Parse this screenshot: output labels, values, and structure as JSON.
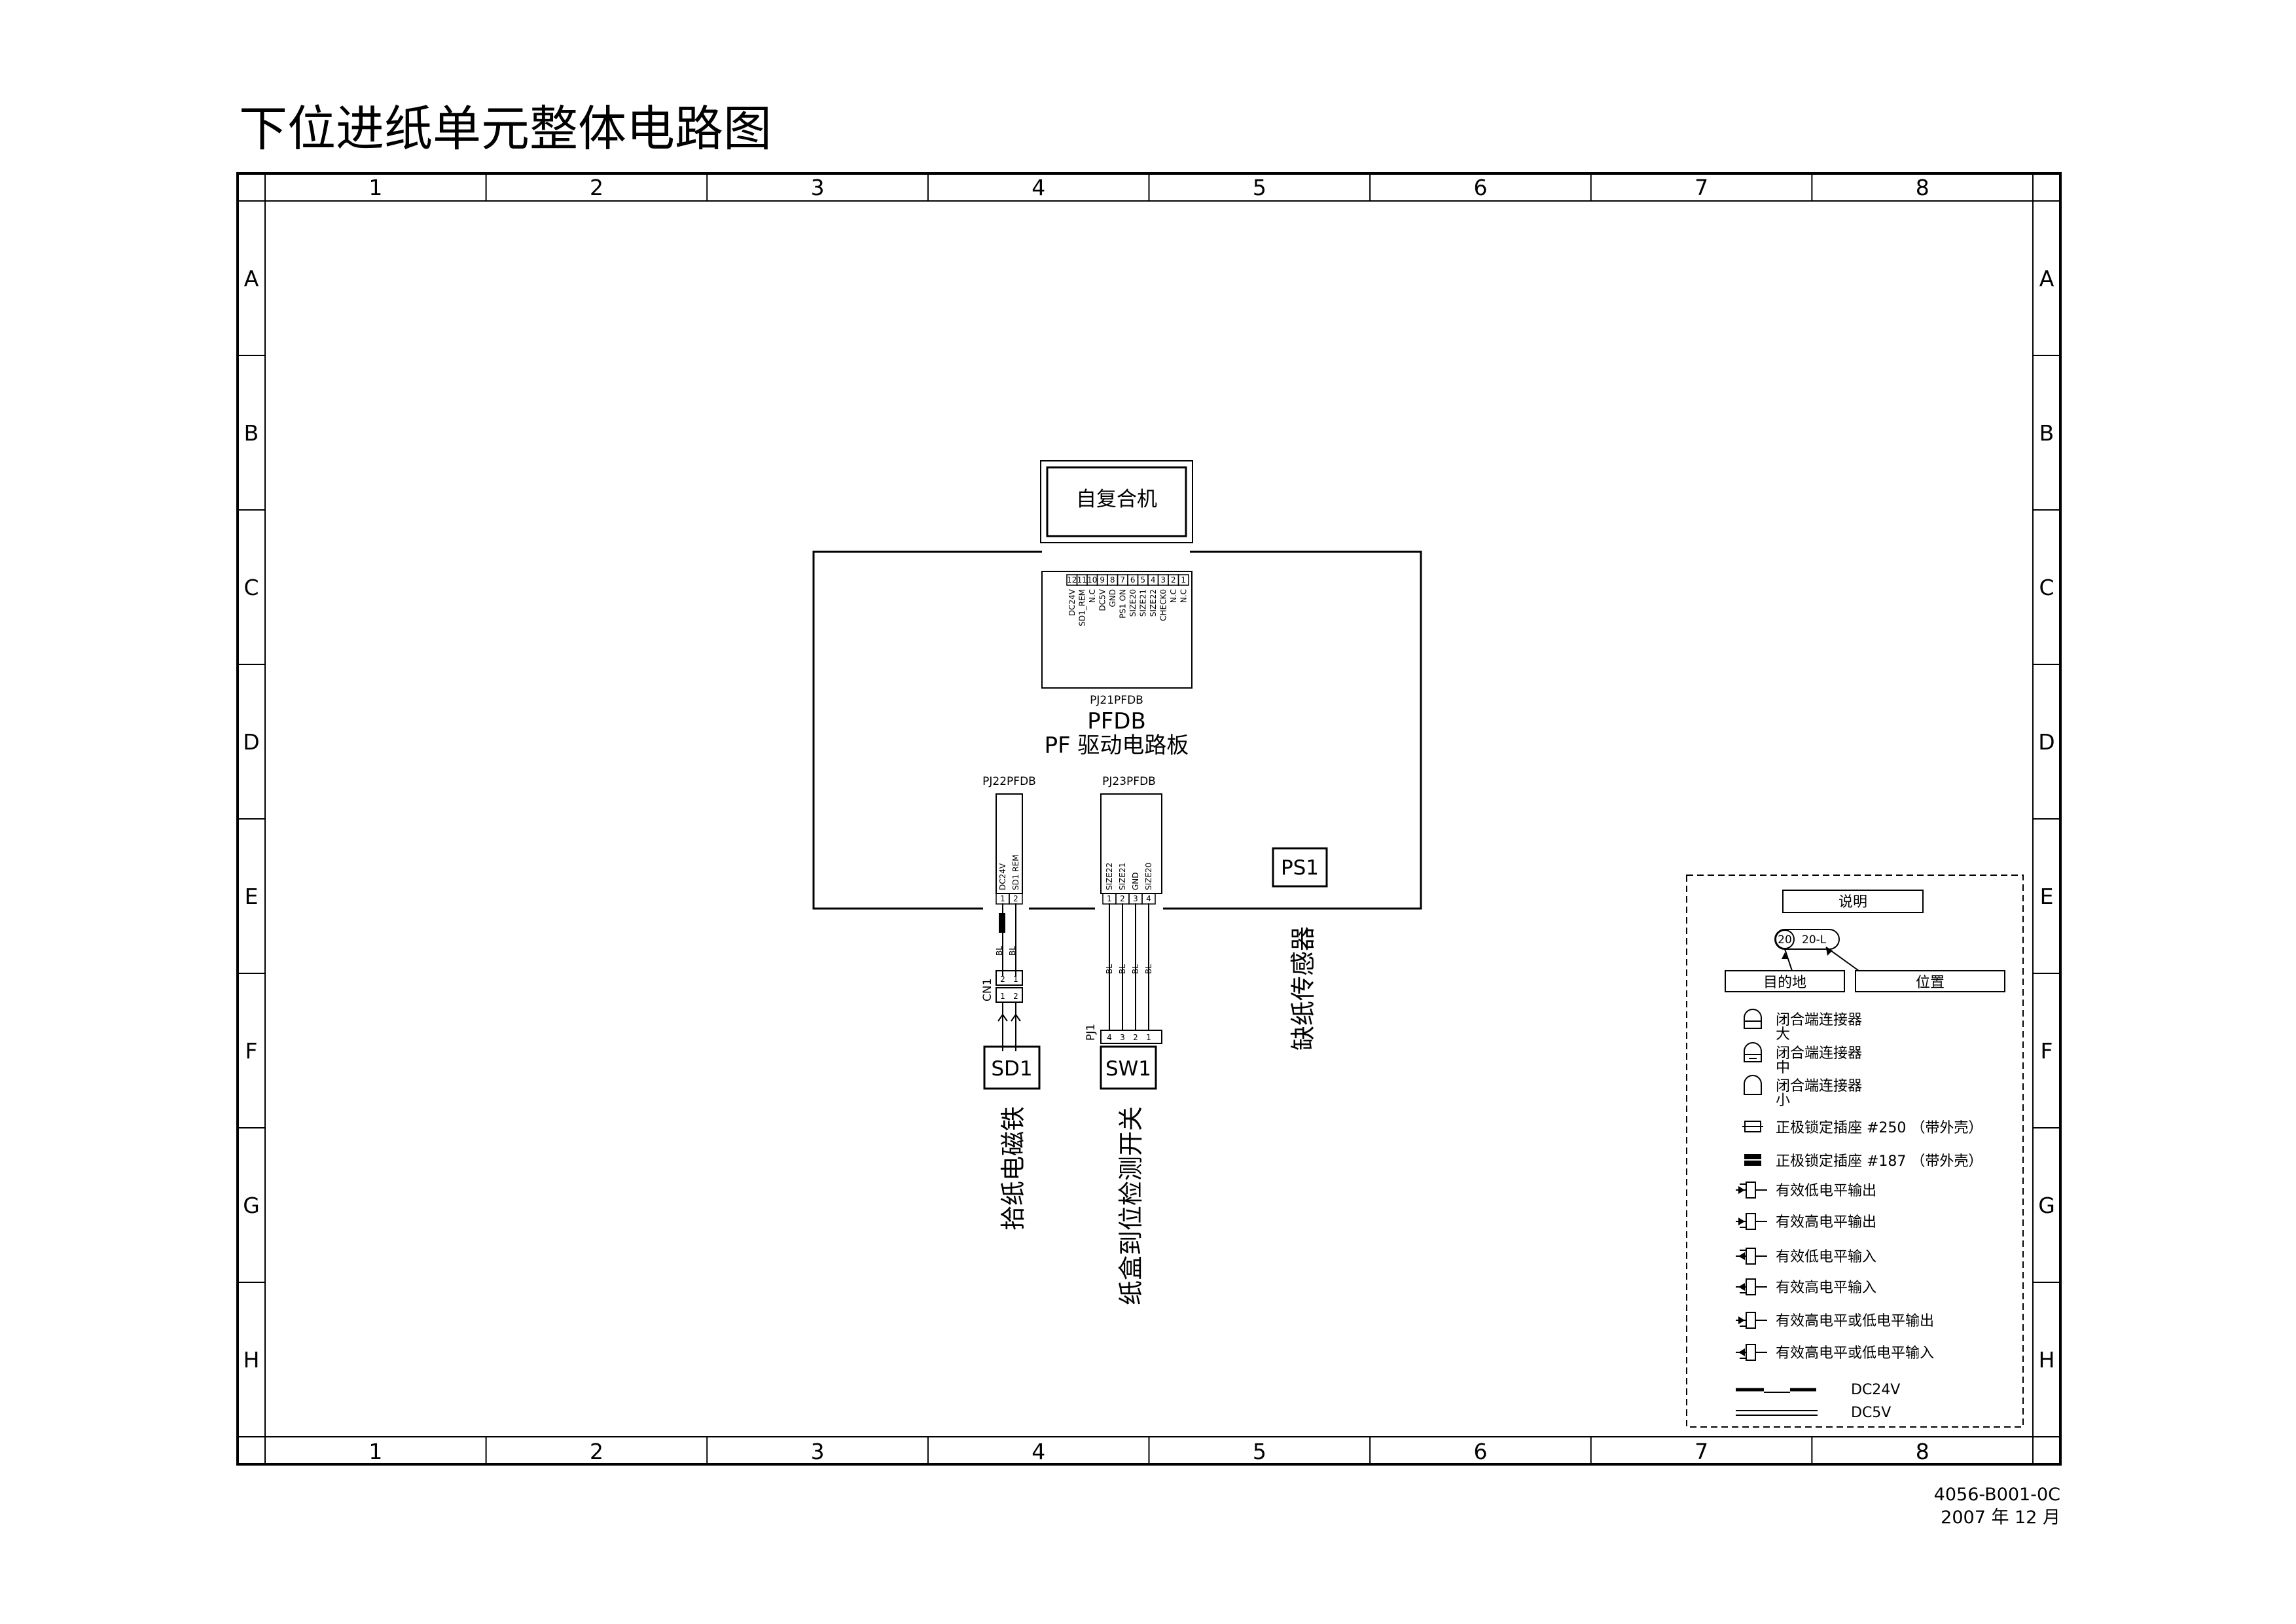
{
  "title": "下位进纸单元整体电路图",
  "grid": {
    "columns": [
      "1",
      "2",
      "3",
      "4",
      "5",
      "6",
      "7",
      "8"
    ],
    "rows": [
      "A",
      "B",
      "C",
      "D",
      "E",
      "F",
      "G",
      "H"
    ]
  },
  "diagram": {
    "breaker_label": "自复合机",
    "pj21": {
      "connector": "PJ21PFDB",
      "pins": [
        "12",
        "11",
        "10",
        "9",
        "8",
        "7",
        "6",
        "5",
        "4",
        "3",
        "2",
        "1"
      ],
      "signals": [
        "DC24V",
        "SD1_REM",
        "N.C",
        "DC5V",
        "GND",
        "PS1 ON",
        "SIZE20",
        "SIZE21",
        "SIZE22",
        "CHECK0",
        "N.C",
        "N.C"
      ]
    },
    "board_code": "PFDB",
    "board_name": "PF 驱动电路板",
    "pj22": {
      "connector": "PJ22PFDB",
      "pins": [
        "1",
        "2"
      ],
      "signals": [
        "DC24V",
        "SD1 REM"
      ]
    },
    "pj23": {
      "connector": "PJ23PFDB",
      "pins": [
        "1",
        "2",
        "3",
        "4"
      ],
      "signals": [
        "SIZE22",
        "SIZE21",
        "GND",
        "SIZE20"
      ]
    },
    "wire_color": "BL",
    "cn1": {
      "label": "CN1",
      "pins_top": [
        "2",
        "1"
      ],
      "pins_bottom": [
        "1",
        "2"
      ]
    },
    "pj1": {
      "label": "PJ1",
      "pins": [
        "4",
        "3",
        "2",
        "1"
      ]
    },
    "components": {
      "sd1": "SD1",
      "sw1": "SW1",
      "ps1": "PS1",
      "sd1_desc": "拾纸电磁铁",
      "sw1_desc": "纸盒到位检测开关",
      "ps1_desc": "缺纸传感器"
    }
  },
  "legend": {
    "title": "说明",
    "example_left": "20",
    "example_right": "20-L",
    "destination": "目的地",
    "position": "位置",
    "items": [
      {
        "icon": "closed-terminal-large-icon",
        "line1": "闭合端连接器",
        "line2": "大"
      },
      {
        "icon": "closed-terminal-medium-icon",
        "line1": "闭合端连接器",
        "line2": "中"
      },
      {
        "icon": "closed-terminal-small-icon",
        "line1": "闭合端连接器",
        "line2": "小"
      },
      {
        "icon": "receptacle-250-icon",
        "line1": "正极锁定插座 #250 （带外壳）"
      },
      {
        "icon": "receptacle-187-icon",
        "line1": "正极锁定插座 #187 （带外壳）"
      },
      {
        "icon": "active-low-output-icon",
        "line1": "有效低电平输出"
      },
      {
        "icon": "active-high-output-icon",
        "line1": "有效高电平输出"
      },
      {
        "icon": "active-low-input-icon",
        "line1": "有效低电平输入"
      },
      {
        "icon": "active-high-input-icon",
        "line1": "有效高电平输入"
      },
      {
        "icon": "high-or-low-output-icon",
        "line1": "有效高电平或低电平输出"
      },
      {
        "icon": "high-or-low-input-icon",
        "line1": "有效高电平或低电平输入"
      }
    ],
    "dc24v": "DC24V",
    "dc5v": "DC5V"
  },
  "footer": {
    "doc_no": "4056-B001-0C",
    "date": "2007 年 12 月"
  }
}
